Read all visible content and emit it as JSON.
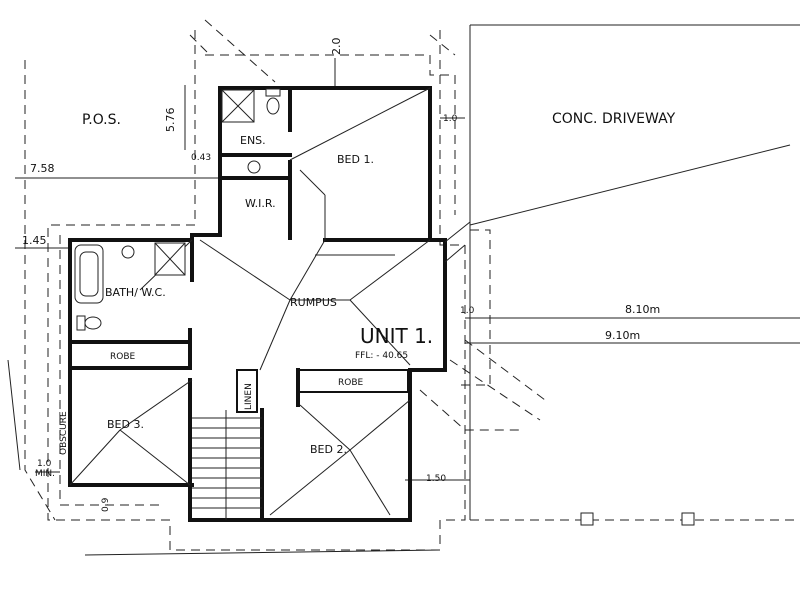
{
  "labels": {
    "pos": "P.O.S.",
    "driveway": "CONC. DRIVEWAY",
    "ens": "ENS.",
    "bed1": "BED 1.",
    "wir": "W.I.R.",
    "bath": "BATH/ W.C.",
    "rumpus": "RUMPUS",
    "unit": "UNIT 1.",
    "ffl": "FFL: - 40.65",
    "robe_left": "ROBE",
    "robe_right": "ROBE",
    "linen": "LINEN",
    "bed3": "BED 3.",
    "bed2": "BED 2.",
    "obscure": "OBSCURE"
  },
  "dimensions": {
    "d_2_0": "2.0",
    "d_5_76": "5.76",
    "d_7_58": "7.58",
    "d_1_45": "1.45",
    "d_0_43": "0.43",
    "d_1_0_top": "1.0",
    "d_1_0_mid": "1.0",
    "d_8_10": "8.10m",
    "d_9_10": "9.10m",
    "d_1_50": "1.50",
    "d_1_0_min": "1.0",
    "min": "MIN.",
    "d_0_9": "0.9"
  }
}
